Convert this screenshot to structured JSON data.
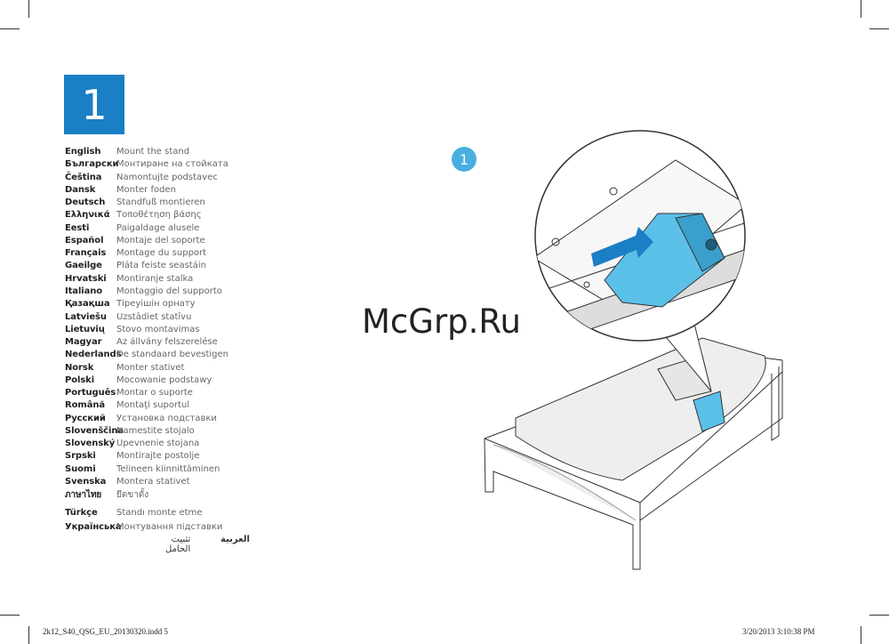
{
  "step_number": "1",
  "illustration_step_badge": "1",
  "languages": [
    {
      "lang": "English",
      "text": "Mount the stand"
    },
    {
      "lang": "Български",
      "text": "Монтиране на стойката"
    },
    {
      "lang": "Čeština",
      "text": "Namontujte podstavec"
    },
    {
      "lang": "Dansk",
      "text": "Monter foden"
    },
    {
      "lang": "Deutsch",
      "text": "Standfuß montieren"
    },
    {
      "lang": "Ελληνικά",
      "text": "Τοποθέτηση βάσης"
    },
    {
      "lang": "Eesti",
      "text": "Paigaldage alusele"
    },
    {
      "lang": "Español",
      "text": "Montaje del soporte"
    },
    {
      "lang": "Français",
      "text": "Montage du support"
    },
    {
      "lang": "Gaeilge",
      "text": "Pláta feiste seastáin"
    },
    {
      "lang": "Hrvatski",
      "text": "Montiranje stalka"
    },
    {
      "lang": "Italiano",
      "text": "Montaggio del supporto"
    },
    {
      "lang": "Қазақша",
      "text": "Тіреуішін орнату"
    },
    {
      "lang": "Latviešu",
      "text": "Uzstādiet statīvu"
    },
    {
      "lang": "Lietuvių",
      "text": "Stovo montavimas"
    },
    {
      "lang": "Magyar",
      "text": "Az állvány felszerelése"
    },
    {
      "lang": "Nederlands",
      "text": "De standaard bevestigen"
    },
    {
      "lang": "Norsk",
      "text": "Monter stativet"
    },
    {
      "lang": "Polski",
      "text": "Mocowanie podstawy"
    },
    {
      "lang": "Português",
      "text": "Montar o suporte"
    },
    {
      "lang": "Română",
      "text": "Montaţi suportul"
    },
    {
      "lang": "Русский",
      "text": "Установка подставки"
    },
    {
      "lang": "Slovenščina",
      "text": "Namestite stojalo"
    },
    {
      "lang": "Slovenský",
      "text": "Upevnenie stojana"
    },
    {
      "lang": "Srpski",
      "text": "Montirajte postolje"
    },
    {
      "lang": "Suomi",
      "text": "Telineen kiinnittäminen"
    },
    {
      "lang": "Svenska",
      "text": "Montera stativet"
    },
    {
      "lang": "ภาษาไทย",
      "text": "ยึดขาตั้ง"
    },
    {
      "lang": "Türkçe",
      "text": "Standı monte etme"
    },
    {
      "lang": "Українська",
      "text": "Монтування підставки"
    }
  ],
  "arabic": {
    "lang": "العربية",
    "text": "تثبيت الحامل"
  },
  "watermark": "McGrp.Ru",
  "footer": {
    "left": "2k12_S40_QSG_EU_20130320.indd   5",
    "right": "3/20/2013   3:10:38 PM"
  },
  "colors": {
    "step_box": "#1a7fc4",
    "badge": "#4aaee0",
    "part": "#5bc0e8"
  }
}
